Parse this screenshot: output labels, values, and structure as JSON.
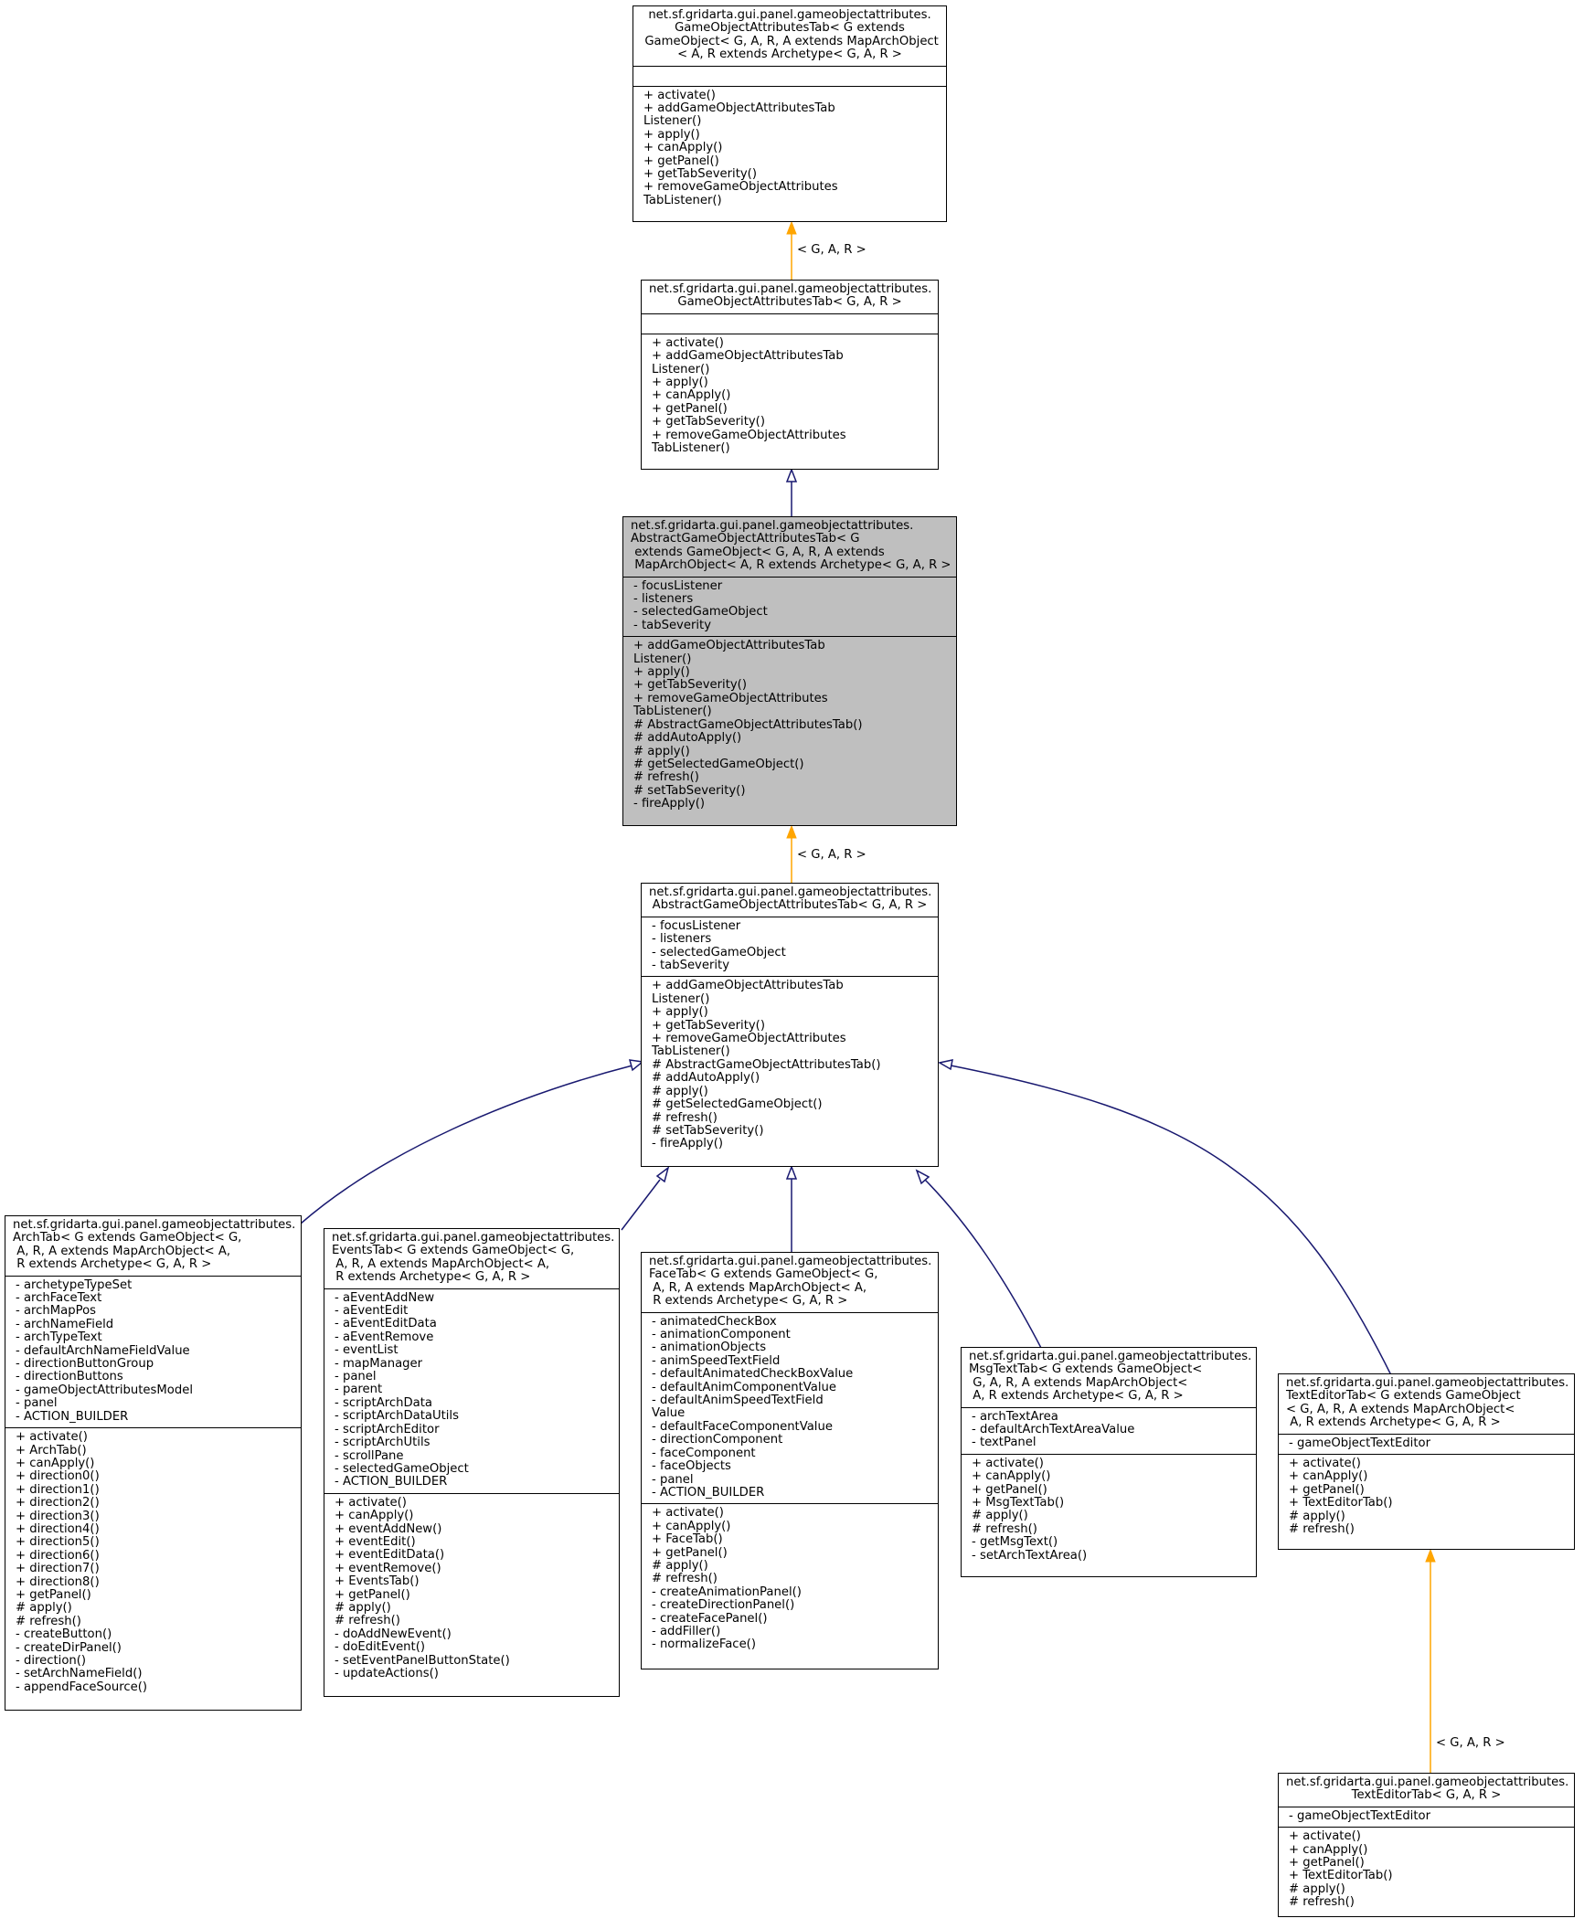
{
  "colors": {
    "realization": "#ffa500",
    "inheritance": "#191970",
    "highlight_fill": "#bfbfbf"
  },
  "nodes": {
    "gameobject_attributes_tab_generic": {
      "title": "net.sf.gridarta.gui.panel.gameobjectattributes.\nGameObjectAttributesTab< G extends\n GameObject< G, A, R, A extends MapArchObject\n< A, R extends Archetype< G, A, R >",
      "attributes": [],
      "methods": [
        "+ activate()",
        "+ addGameObjectAttributesTab",
        "Listener()",
        "+ apply()",
        "+ canApply()",
        "+ getPanel()",
        "+ getTabSeverity()",
        "+ removeGameObjectAttributes",
        "TabListener()"
      ]
    },
    "gameobject_attributes_tab": {
      "title": "net.sf.gridarta.gui.panel.gameobjectattributes.\nGameObjectAttributesTab< G, A, R >",
      "attributes": [],
      "methods": [
        "+ activate()",
        "+ addGameObjectAttributesTab",
        "Listener()",
        "+ apply()",
        "+ canApply()",
        "+ getPanel()",
        "+ getTabSeverity()",
        "+ removeGameObjectAttributes",
        "TabListener()"
      ]
    },
    "abstract_tab_generic": {
      "title": "net.sf.gridarta.gui.panel.gameobjectattributes.\nAbstractGameObjectAttributesTab< G\n extends GameObject< G, A, R, A extends\n MapArchObject< A, R extends Archetype< G, A, R >",
      "attributes": [
        "- focusListener",
        "- listeners",
        "- selectedGameObject",
        "- tabSeverity"
      ],
      "methods": [
        "+ addGameObjectAttributesTab",
        "Listener()",
        "+ apply()",
        "+ getTabSeverity()",
        "+ removeGameObjectAttributes",
        "TabListener()",
        "# AbstractGameObjectAttributesTab()",
        "# addAutoApply()",
        "# apply()",
        "# getSelectedGameObject()",
        "# refresh()",
        "# setTabSeverity()",
        "- fireApply()"
      ]
    },
    "abstract_tab": {
      "title": "net.sf.gridarta.gui.panel.gameobjectattributes.\nAbstractGameObjectAttributesTab< G, A, R >",
      "attributes": [
        "- focusListener",
        "- listeners",
        "- selectedGameObject",
        "- tabSeverity"
      ],
      "methods": [
        "+ addGameObjectAttributesTab",
        "Listener()",
        "+ apply()",
        "+ getTabSeverity()",
        "+ removeGameObjectAttributes",
        "TabListener()",
        "# AbstractGameObjectAttributesTab()",
        "# addAutoApply()",
        "# apply()",
        "# getSelectedGameObject()",
        "# refresh()",
        "# setTabSeverity()",
        "- fireApply()"
      ]
    },
    "arch_tab": {
      "title": "net.sf.gridarta.gui.panel.gameobjectattributes.\nArchTab< G extends GameObject< G,\n A, R, A extends MapArchObject< A,\n R extends Archetype< G, A, R >",
      "attributes": [
        "- archetypeTypeSet",
        "- archFaceText",
        "- archMapPos",
        "- archNameField",
        "- archTypeText",
        "- defaultArchNameFieldValue",
        "- directionButtonGroup",
        "- directionButtons",
        "- gameObjectAttributesModel",
        "- panel",
        "- ACTION_BUILDER"
      ],
      "methods": [
        "+ activate()",
        "+ ArchTab()",
        "+ canApply()",
        "+ direction0()",
        "+ direction1()",
        "+ direction2()",
        "+ direction3()",
        "+ direction4()",
        "+ direction5()",
        "+ direction6()",
        "+ direction7()",
        "+ direction8()",
        "+ getPanel()",
        "# apply()",
        "# refresh()",
        "- createButton()",
        "- createDirPanel()",
        "- direction()",
        "- setArchNameField()",
        "- appendFaceSource()"
      ]
    },
    "events_tab": {
      "title": "net.sf.gridarta.gui.panel.gameobjectattributes.\nEventsTab< G extends GameObject< G,\n A, R, A extends MapArchObject< A,\n R extends Archetype< G, A, R >",
      "attributes": [
        "- aEventAddNew",
        "- aEventEdit",
        "- aEventEditData",
        "- aEventRemove",
        "- eventList",
        "- mapManager",
        "- panel",
        "- parent",
        "- scriptArchData",
        "- scriptArchDataUtils",
        "- scriptArchEditor",
        "- scriptArchUtils",
        "- scrollPane",
        "- selectedGameObject",
        "- ACTION_BUILDER"
      ],
      "methods": [
        "+ activate()",
        "+ canApply()",
        "+ eventAddNew()",
        "+ eventEdit()",
        "+ eventEditData()",
        "+ eventRemove()",
        "+ EventsTab()",
        "+ getPanel()",
        "# apply()",
        "# refresh()",
        "- doAddNewEvent()",
        "- doEditEvent()",
        "- setEventPanelButtonState()",
        "- updateActions()"
      ]
    },
    "face_tab": {
      "title": "net.sf.gridarta.gui.panel.gameobjectattributes.\nFaceTab< G extends GameObject< G,\n A, R, A extends MapArchObject< A,\n R extends Archetype< G, A, R >",
      "attributes": [
        "- animatedCheckBox",
        "- animationComponent",
        "- animationObjects",
        "- animSpeedTextField",
        "- defaultAnimatedCheckBoxValue",
        "- defaultAnimComponentValue",
        "- defaultAnimSpeedTextField",
        "Value",
        "- defaultFaceComponentValue",
        "- directionComponent",
        "- faceComponent",
        "- faceObjects",
        "- panel",
        "- ACTION_BUILDER"
      ],
      "methods": [
        "+ activate()",
        "+ canApply()",
        "+ FaceTab()",
        "+ getPanel()",
        "# apply()",
        "# refresh()",
        "- createAnimationPanel()",
        "- createDirectionPanel()",
        "- createFacePanel()",
        "- addFiller()",
        "- normalizeFace()"
      ]
    },
    "msg_text_tab": {
      "title": "net.sf.gridarta.gui.panel.gameobjectattributes.\nMsgTextTab< G extends GameObject<\n G, A, R, A extends MapArchObject<\n A, R extends Archetype< G, A, R >",
      "attributes": [
        "- archTextArea",
        "- defaultArchTextAreaValue",
        "- textPanel"
      ],
      "methods": [
        "+ activate()",
        "+ canApply()",
        "+ getPanel()",
        "+ MsgTextTab()",
        "# apply()",
        "# refresh()",
        "- getMsgText()",
        "- setArchTextArea()"
      ]
    },
    "text_editor_tab_generic": {
      "title": "net.sf.gridarta.gui.panel.gameobjectattributes.\nTextEditorTab< G extends GameObject\n< G, A, R, A extends MapArchObject<\n A, R extends Archetype< G, A, R >",
      "attributes": [
        "- gameObjectTextEditor"
      ],
      "methods": [
        "+ activate()",
        "+ canApply()",
        "+ getPanel()",
        "+ TextEditorTab()",
        "# apply()",
        "# refresh()"
      ]
    },
    "text_editor_tab": {
      "title": "net.sf.gridarta.gui.panel.gameobjectattributes.\nTextEditorTab< G, A, R >",
      "attributes": [
        "- gameObjectTextEditor"
      ],
      "methods": [
        "+ activate()",
        "+ canApply()",
        "+ getPanel()",
        "+ TextEditorTab()",
        "# apply()",
        "# refresh()"
      ]
    }
  },
  "edge_labels": {
    "top": "< G, A, R >",
    "middle": "< G, A, R >",
    "bottom": "< G, A, R >"
  }
}
